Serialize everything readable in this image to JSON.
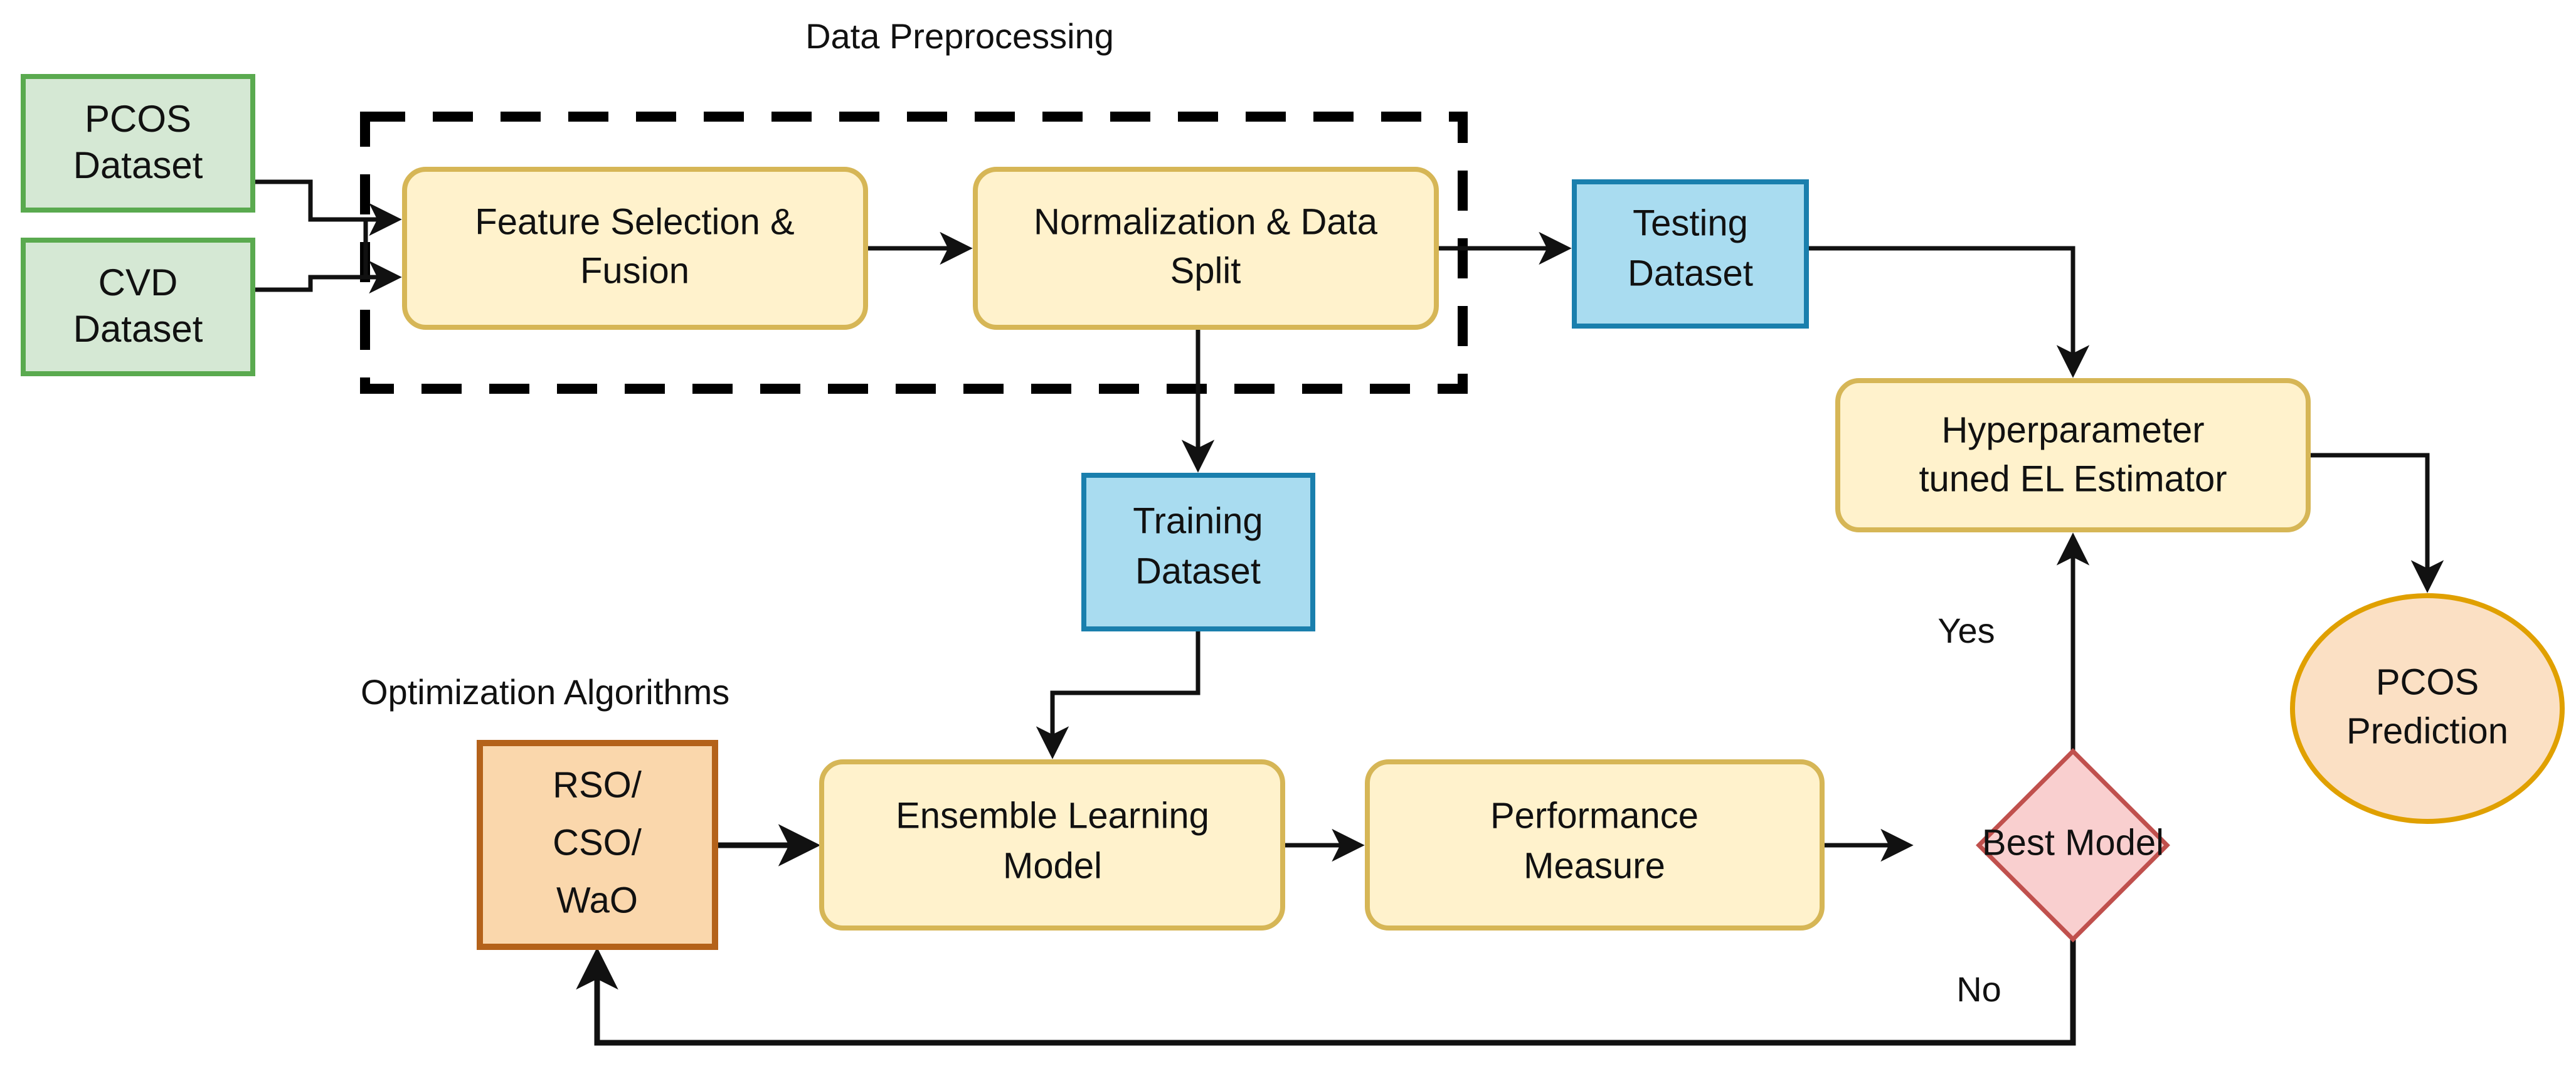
{
  "diagram": {
    "title": "PCOS prediction pipeline flowchart",
    "group_labels": {
      "preprocessing": "Data Preprocessing",
      "optimization": "Optimization Algorithms"
    },
    "edge_labels": {
      "yes": "Yes",
      "no": "No"
    },
    "nodes": {
      "pcos_dataset": {
        "line1": "PCOS",
        "line2": "Dataset"
      },
      "cvd_dataset": {
        "line1": "CVD",
        "line2": "Dataset"
      },
      "feature_selection": {
        "line1": "Feature Selection &",
        "line2": "Fusion"
      },
      "normalization": {
        "line1": "Normalization & Data",
        "line2": "Split"
      },
      "testing_dataset": {
        "line1": "Testing",
        "line2": "Dataset"
      },
      "training_dataset": {
        "line1": "Training",
        "line2": "Dataset"
      },
      "hyperparameter": {
        "line1": "Hyperparameter",
        "line2": "tuned EL Estimator"
      },
      "pcos_prediction": {
        "line1": "PCOS",
        "line2": "Prediction"
      },
      "optimizers": {
        "line1": "RSO/",
        "line2": "CSO/",
        "line3": "WaO"
      },
      "ensemble_model": {
        "line1": "Ensemble Learning",
        "line2": "Model"
      },
      "performance": {
        "line1": "Performance",
        "line2": "Measure"
      },
      "best_model": {
        "line1": "Best Model"
      }
    },
    "colors": {
      "dataset_fill": "#d5e8d4",
      "dataset_stroke": "#5aaa4f",
      "process_fill": "#fff2cc",
      "process_stroke": "#d6b656",
      "split_fill": "#a9dcf0",
      "split_stroke": "#1a7fad",
      "optimizer_fill": "#fad7ac",
      "optimizer_stroke": "#b4621a",
      "decision_fill": "#f9cfcf",
      "decision_stroke": "#c0504d",
      "prediction_fill": "#fbe0c4",
      "prediction_stroke": "#e0a000",
      "edge": "#111111",
      "group_border": "#000000",
      "text": "#111111",
      "background": "#ffffff"
    }
  }
}
